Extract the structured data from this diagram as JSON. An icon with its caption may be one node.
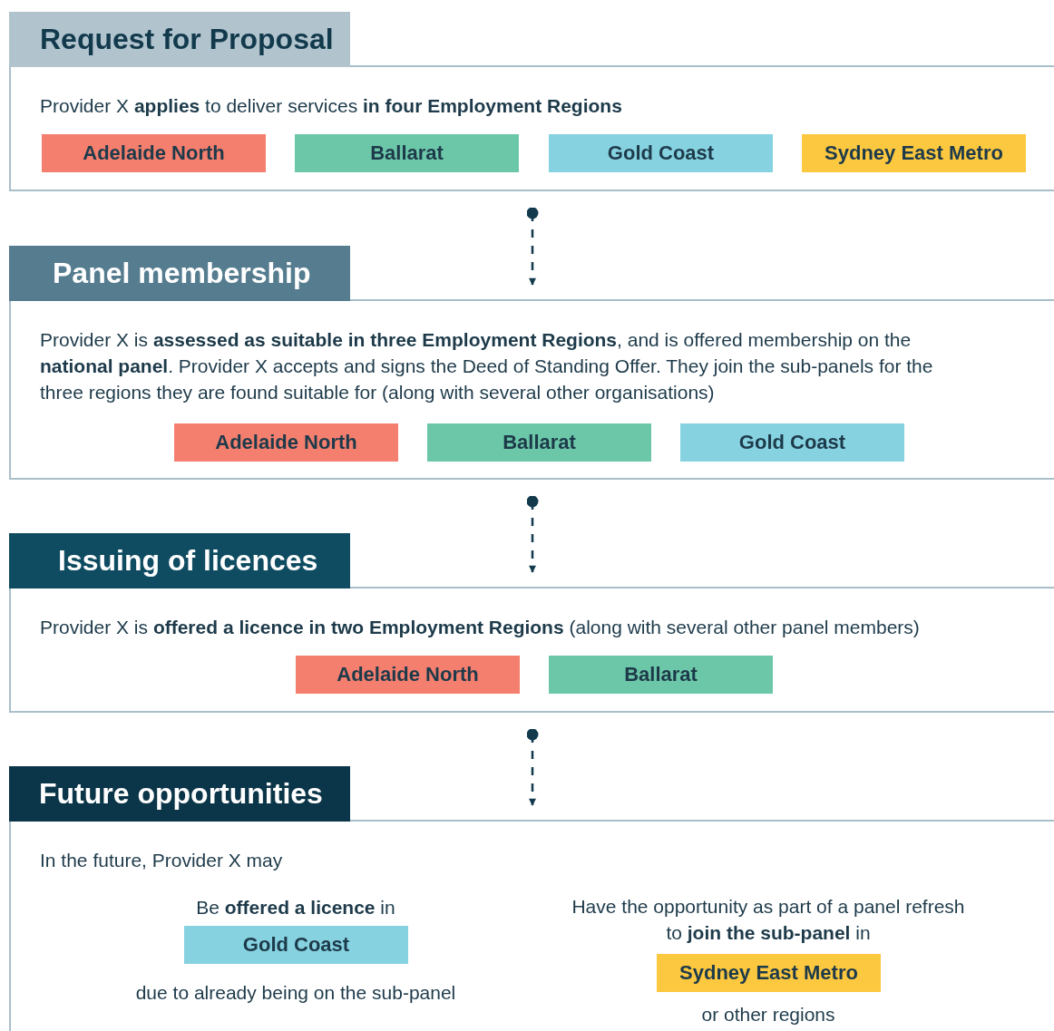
{
  "diagram": {
    "nodes": [
      {
        "text": [
          "Request for Proposal",
          "Provider X **applies** to deliver services **in four Employment Regions**"
        ]
      },
      {
        "text": [
          "Adelaide North"
        ],
        "in": 0
      },
      {
        "text": [
          "Ballarat"
        ],
        "in": 0
      },
      {
        "text": [
          "Gold Coast"
        ],
        "in": 0
      },
      {
        "text": [
          "Sydney East Metro"
        ],
        "in": 0
      },
      {
        "text": [
          "Panel membership",
          "Provider X is **assessed as suitable in three Employment Regions**, and is offered membership on the **national panel**.  Provider X accepts and signs the Deed of Standing Offer. They join the sub-panels for the three regions they are found suitable for (along with several other organisations)"
        ]
      },
      {
        "text": [
          "Adelaide North"
        ],
        "in": 5
      },
      {
        "text": [
          "Ballarat"
        ],
        "in": 5
      },
      {
        "text": [
          "Gold Coast"
        ],
        "in": 5
      },
      {
        "text": [
          "Issuing of licences",
          "Provider X is **offered a licence in two Employment Regions** (along with several other panel members)"
        ]
      },
      {
        "text": [
          "Adelaide North"
        ],
        "in": 9
      },
      {
        "text": [
          "Ballarat"
        ],
        "in": 9
      },
      {
        "text": [
          "Future opportunities",
          "In the future, Provider X may"
        ]
      },
      {
        "text": [
          "Gold Coast"
        ],
        "in": 12,
        "beside": [
          "Be **offered a licence** in",
          "due to already being on the sub-panel"
        ]
      },
      {
        "text": [
          "Sydney East Metro"
        ],
        "in": 12,
        "beside": [
          "Have the opportunity as part of a panel refresh to **join the sub-panel** in",
          "or other regions"
        ]
      }
    ],
    "edges": [
      {
        "from": 0,
        "to": 5,
        "arrow": "to",
        "style": "dashed"
      },
      {
        "from": 5,
        "to": 9,
        "arrow": "to",
        "style": "dashed"
      },
      {
        "from": 9,
        "to": 12,
        "arrow": "to",
        "style": "dashed"
      }
    ]
  }
}
